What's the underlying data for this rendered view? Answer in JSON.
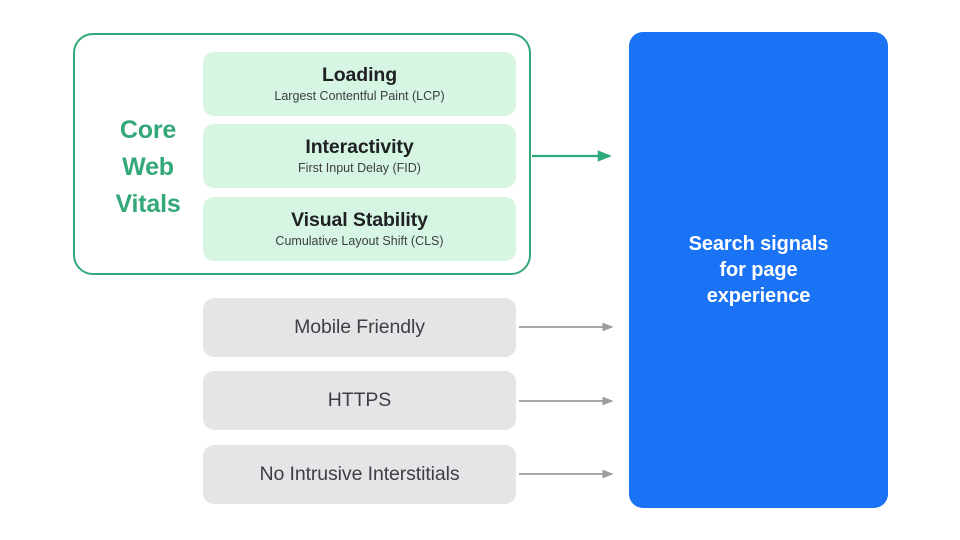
{
  "diagram": {
    "title": "Search signals for page experience",
    "colors": {
      "green_accent": "#34a878",
      "green_fill": "#d6f5e3",
      "grey_fill": "#e5e5e7",
      "blue_fill": "#1a73f5",
      "grey_arrow": "#9a9ca0",
      "text_dark": "#3c4043",
      "text_heading": "#202124",
      "white": "#ffffff"
    }
  },
  "core_web_vitals": {
    "group_label": "Core\nWeb\nVitals",
    "group_label_line1": "Core",
    "group_label_line2": "Web",
    "group_label_line3": "Vitals",
    "metrics": [
      {
        "title": "Loading",
        "subtitle": "Largest Contentful Paint (LCP)"
      },
      {
        "title": "Interactivity",
        "subtitle": "First Input Delay (FID)"
      },
      {
        "title": "Visual Stability",
        "subtitle": "Cumulative Layout Shift (CLS)"
      }
    ]
  },
  "other_signals": [
    {
      "label": "Mobile Friendly"
    },
    {
      "label": "HTTPS"
    },
    {
      "label": "No Intrusive Interstitials"
    }
  ],
  "destination": {
    "text": "Search signals\nfor page\nexperience"
  },
  "arrows": [
    {
      "name": "core-web-vitals-arrow",
      "color": "#34a878"
    },
    {
      "name": "mobile-friendly-arrow",
      "color": "#9a9ca0"
    },
    {
      "name": "https-arrow",
      "color": "#9a9ca0"
    },
    {
      "name": "no-intrusive-interstitials-arrow",
      "color": "#9a9ca0"
    }
  ]
}
